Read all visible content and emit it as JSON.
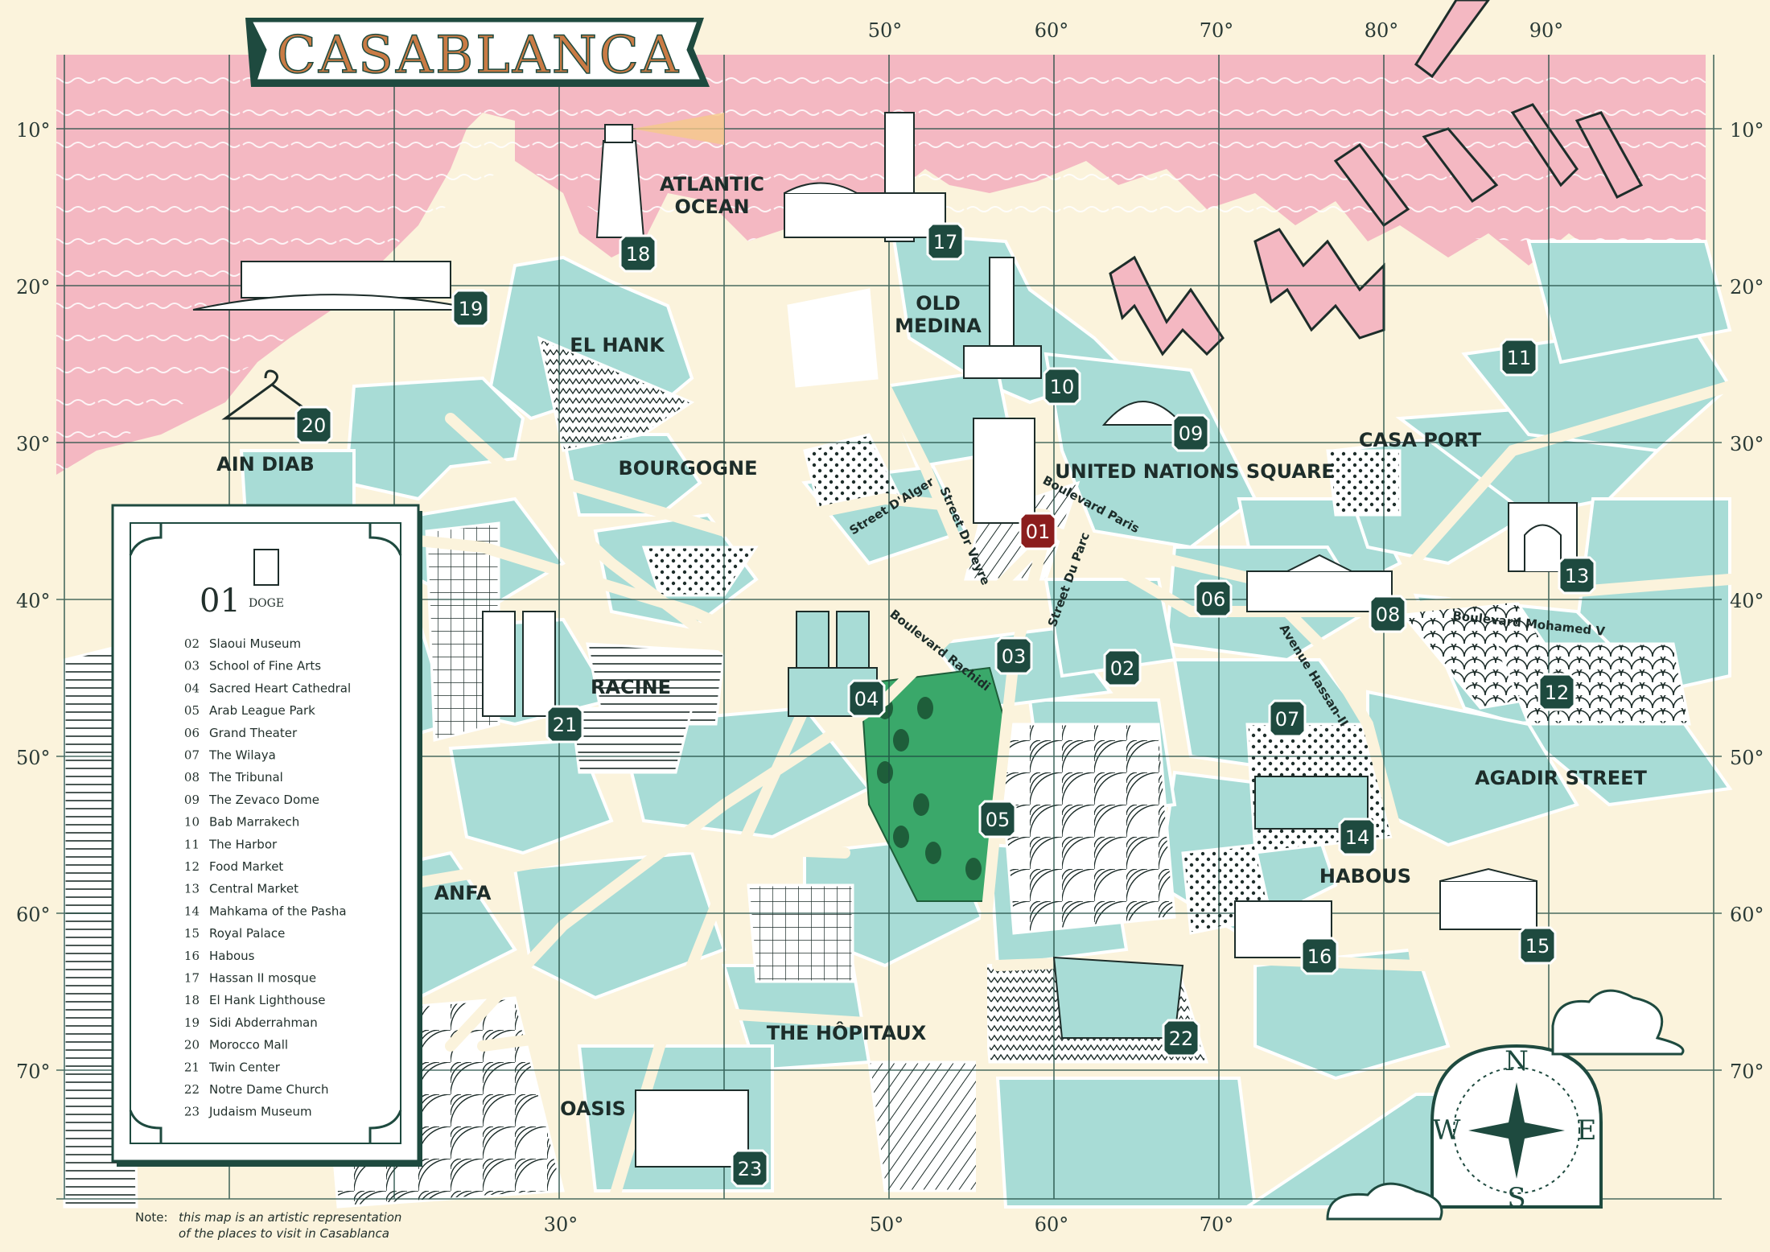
{
  "title": "CASABLANCA",
  "colors": {
    "ocean": "#f4b8c2",
    "land": "#fbf3dc",
    "block": "#a8dcd6",
    "park": "#3aa86a",
    "marker": "#1e4a3f",
    "marker_highlight": "#8b1d1d",
    "ink": "#1d2d2a"
  },
  "grid": {
    "top_labels": [
      "50°",
      "60°",
      "70°",
      "80°",
      "90°"
    ],
    "bottom_labels": [
      "30°",
      "50°",
      "60°",
      "70°"
    ],
    "left_labels": [
      "10°",
      "20°",
      "30°",
      "40°",
      "50°",
      "60°",
      "70°"
    ],
    "right_labels": [
      "10°",
      "20°",
      "30°",
      "40°",
      "50°",
      "60°",
      "70°"
    ]
  },
  "districts": [
    "ATLANTIC",
    "OCEAN",
    "EL HANK",
    "OLD",
    "MEDINA",
    "AIN DIAB",
    "BOURGOGNE",
    "UNITED NATIONS SQUARE",
    "CASA PORT",
    "RACINE",
    "AGADIR STREET",
    "ANFA",
    "HABOUS",
    "THE HÔPITAUX",
    "OASIS"
  ],
  "streets": [
    "Street D'Alger",
    "Street Dr Veyre",
    "Boulevard Paris",
    "Street Du Parc",
    "Boulevard Rachidi",
    "Avenue Hassan-II",
    "Boulevard Mohamed V"
  ],
  "markers": [
    "01",
    "02",
    "03",
    "04",
    "05",
    "06",
    "07",
    "08",
    "09",
    "10",
    "11",
    "12",
    "13",
    "14",
    "15",
    "16",
    "17",
    "18",
    "19",
    "20",
    "21",
    "22",
    "23"
  ],
  "legend": {
    "featured_number": "01",
    "featured_label": "DOGE",
    "items": [
      {
        "num": "02",
        "name": "Slaoui Museum"
      },
      {
        "num": "03",
        "name": "School of Fine Arts"
      },
      {
        "num": "04",
        "name": "Sacred Heart Cathedral"
      },
      {
        "num": "05",
        "name": "Arab League Park"
      },
      {
        "num": "06",
        "name": "Grand Theater"
      },
      {
        "num": "07",
        "name": "The Wilaya"
      },
      {
        "num": "08",
        "name": "The Tribunal"
      },
      {
        "num": "09",
        "name": "The Zevaco Dome"
      },
      {
        "num": "10",
        "name": "Bab Marrakech"
      },
      {
        "num": "11",
        "name": "The Harbor"
      },
      {
        "num": "12",
        "name": "Food Market"
      },
      {
        "num": "13",
        "name": "Central Market"
      },
      {
        "num": "14",
        "name": "Mahkama of the Pasha"
      },
      {
        "num": "15",
        "name": "Royal Palace"
      },
      {
        "num": "16",
        "name": "Habous"
      },
      {
        "num": "17",
        "name": "Hassan II mosque"
      },
      {
        "num": "18",
        "name": "El Hank Lighthouse"
      },
      {
        "num": "19",
        "name": "Sidi Abderrahman"
      },
      {
        "num": "20",
        "name": "Morocco Mall"
      },
      {
        "num": "21",
        "name": "Twin Center"
      },
      {
        "num": "22",
        "name": "Notre Dame Church"
      },
      {
        "num": "23",
        "name": "Judaism Museum"
      }
    ]
  },
  "compass": {
    "n": "N",
    "s": "S",
    "e": "E",
    "w": "W"
  },
  "note": {
    "prefix": "Note:",
    "line1": "this map is an artistic representation",
    "line2": "of the places to visit in Casablanca"
  }
}
